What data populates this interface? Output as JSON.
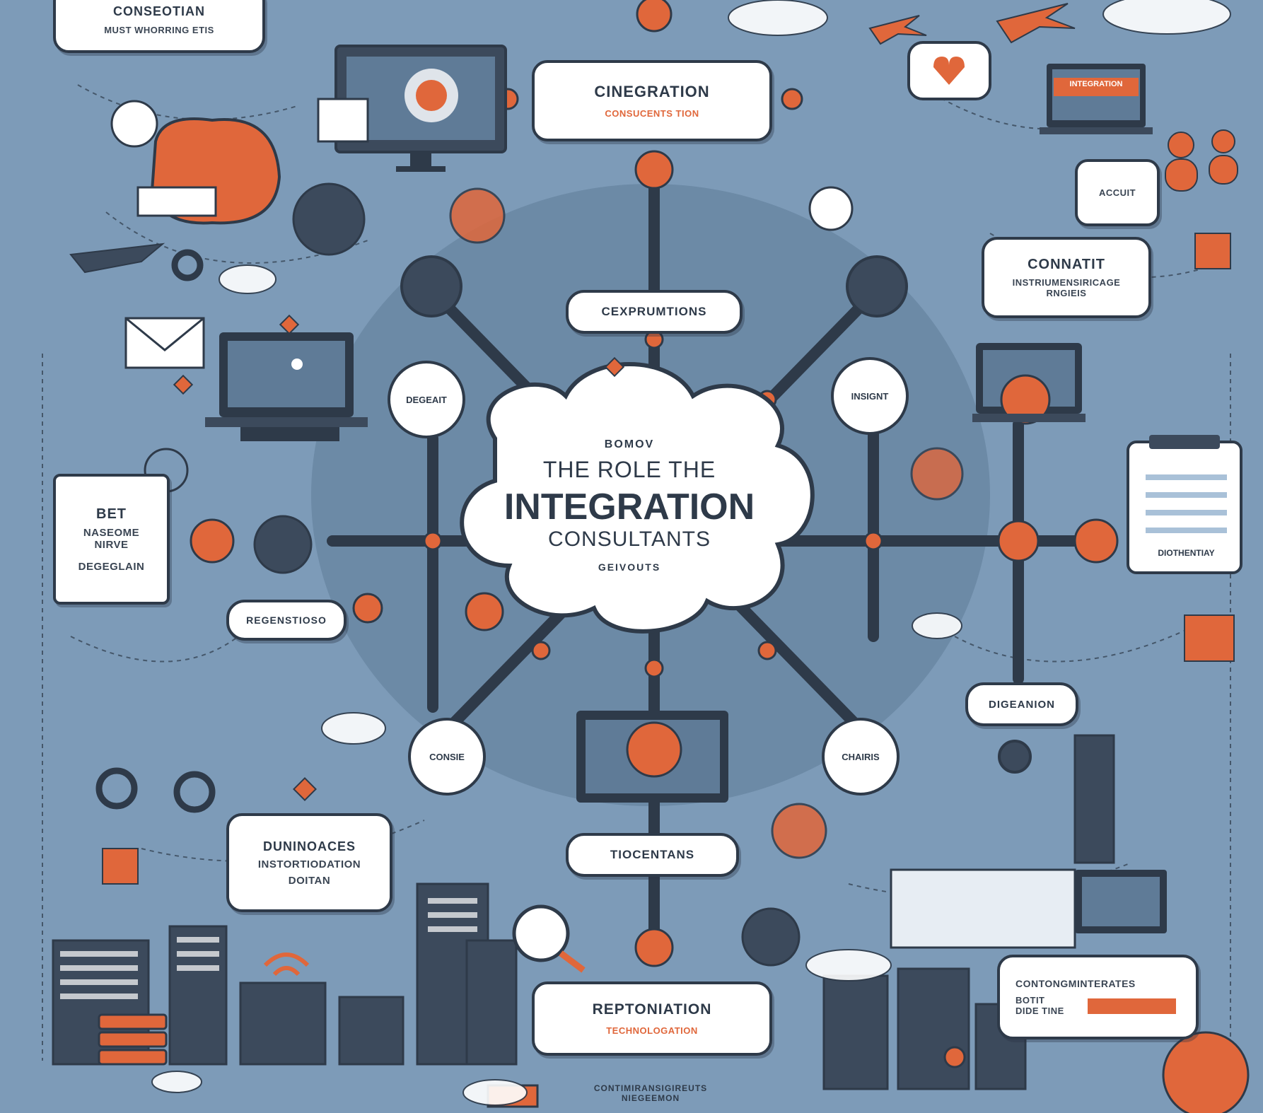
{
  "center": {
    "eyebrow": "BOMOV",
    "line1": "THE ROLE THE",
    "line2": "INTEGRATION",
    "line3": "CONSULTANTS",
    "footer": "GEIVOUTS"
  },
  "labels": {
    "top_left_title": "CONSEOTIAN",
    "top_left_sub": "MUST WHORRING ETIS",
    "top_center_title": "CINEGRATION",
    "top_center_sub": "CONSUCENTS TION",
    "consultants_pill": "CEXPRUMTIONS",
    "right_upper_title": "CONNATIT",
    "right_upper_sub1": "INSTRIUMENSIRICAGE",
    "right_upper_sub2": "RNGIEIS",
    "right_small_title": "ACCUIT",
    "left_card_title": "BET",
    "left_card_line1": "NASEOME",
    "left_card_line2": "NIRVE",
    "left_card_line3": "DEGEGLAIN",
    "left_mid_pill": "REGENSTIOSO",
    "left_lower_title": "DUNINOACES",
    "left_lower_line1": "INSTORTIODATION",
    "left_lower_line2": "DOITAN",
    "bottom_pill": "TIOCENTANS",
    "bottom_center_title": "REPTONIATION",
    "bottom_center_sub": "TECHNOLOGATION",
    "right_lower_pill": "DIGEANION",
    "bottom_right_title": "CONTONGMINTERATES",
    "bottom_right_line1": "BOTIT",
    "bottom_right_line2": "DIDE TINE",
    "bottom_caption1": "CONTIMIRANSIGIREUTS",
    "bottom_caption2": "NIEGEEMON",
    "right_card_footer": "DIOTHENTIAY",
    "monitor_banner": "INTEGRATION"
  },
  "nodes": {
    "left": "DEGEAIT",
    "right": "INSIGNT",
    "bottom_left": "CONSIE",
    "bottom_right": "CHAIRIS"
  },
  "colors": {
    "background": "#7d9bb8",
    "navy": "#2e3a49",
    "orange": "#e0673b",
    "white": "#ffffff",
    "light_blue": "#a9c1d8"
  }
}
